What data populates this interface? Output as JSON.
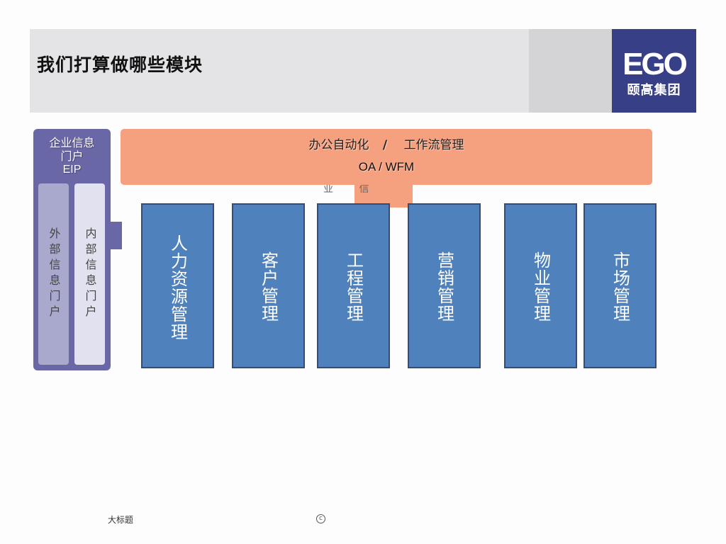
{
  "slide": {
    "title": "我们打算做哪些模块",
    "footer_text": "大标题",
    "copyright_icon": "copyright-icon"
  },
  "logo": {
    "mark": "EGO",
    "subtitle": "颐高集团",
    "background": "#373f86"
  },
  "eip": {
    "title_line1": "企业信息",
    "title_line2": "门户",
    "title_line3": "EIP",
    "external_portal": "外部信息门户",
    "internal_portal": "内部信息门户",
    "color": "#6a67a6"
  },
  "oa": {
    "line1_left": "办公自动化",
    "slash": "/",
    "line1_right": "工作流管理",
    "line2": "OA / WFM",
    "faint_label": "业 信",
    "color": "#f5a17f"
  },
  "modules": [
    {
      "label": "人力资源管理"
    },
    {
      "label": "客户管理"
    },
    {
      "label": "工程管理"
    },
    {
      "label": "营销管理"
    },
    {
      "label": "物业管理"
    },
    {
      "label": "市场管理"
    }
  ],
  "colors": {
    "module_fill": "#4f81bd",
    "module_border": "#2e4f7e",
    "header_band": "#e4e3e5"
  }
}
